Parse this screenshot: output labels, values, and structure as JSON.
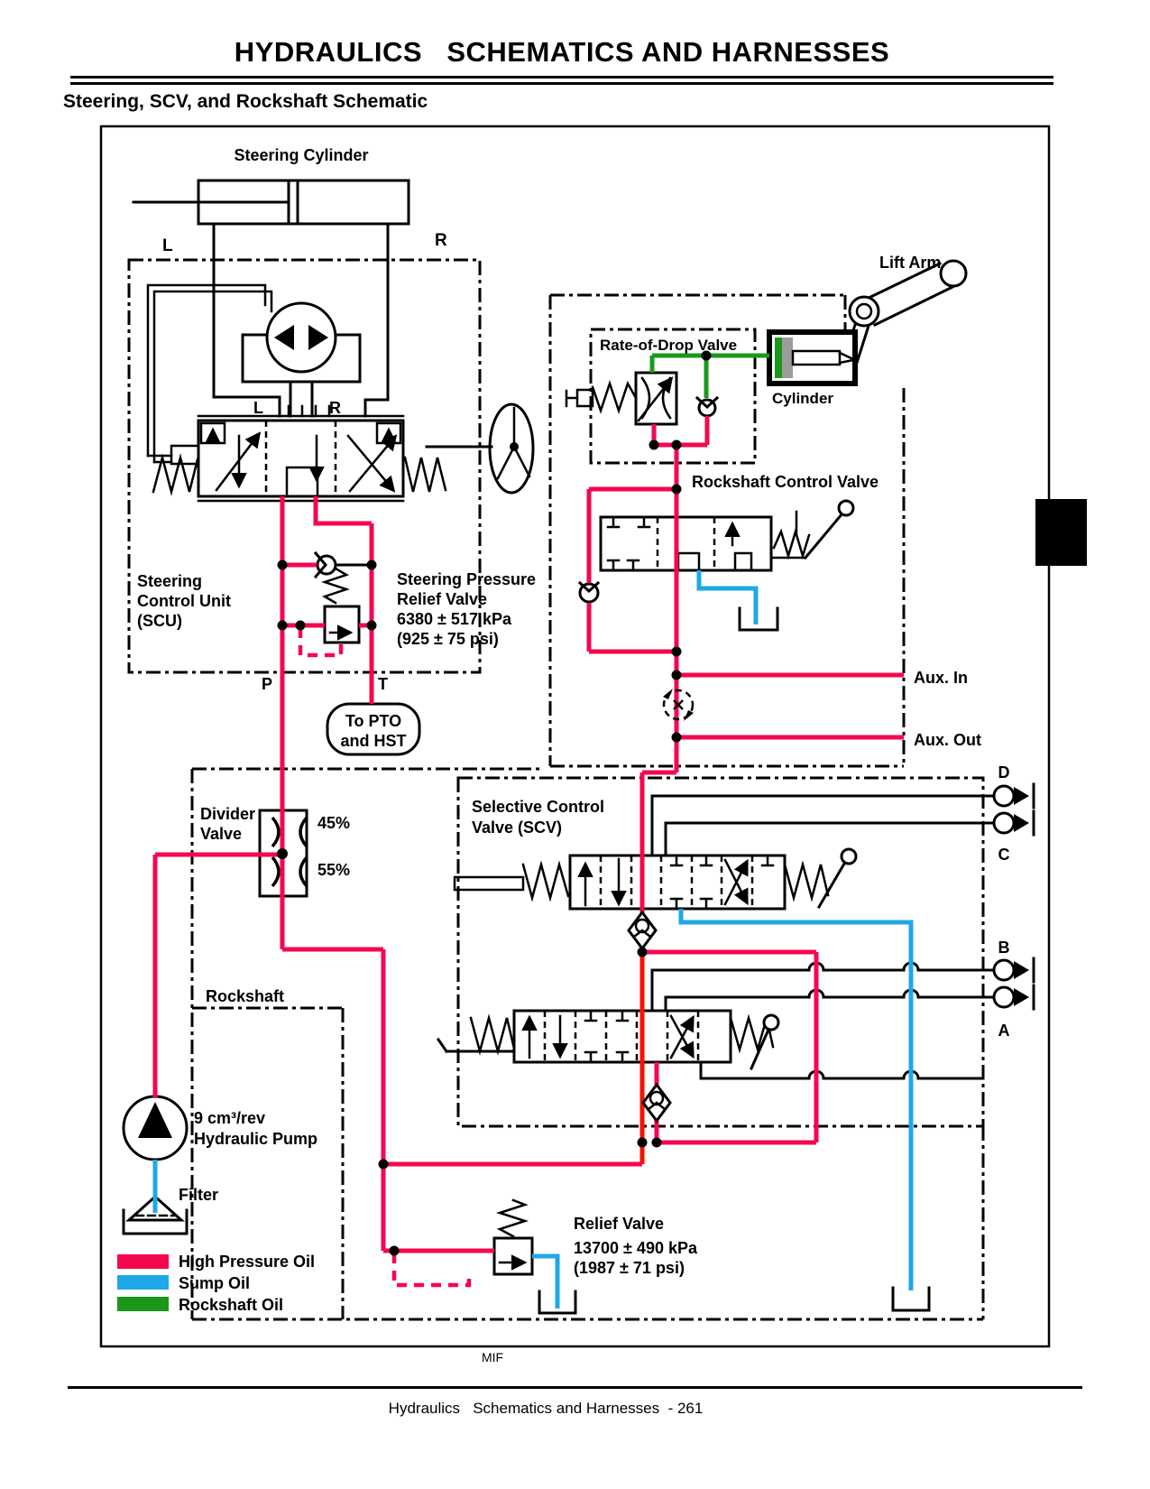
{
  "page": {
    "title": "HYDRAULICS   SCHEMATICS AND HARNESSES",
    "subtitle": "Steering, SCV, and Rockshaft Schematic"
  },
  "footer": {
    "mif": "MIF",
    "text": "Hydraulics   Schematics and Harnesses  - 261"
  },
  "colors": {
    "high_pressure": "#f5074f",
    "sump": "#1fa8e8",
    "rockshaft": "#1b981b",
    "supply_red": "#f61300"
  },
  "labels": {
    "steering_cylinder": "Steering Cylinder",
    "port_l_outer": "L",
    "port_r_outer": "R",
    "port_l_inner": "L",
    "port_r_inner": "R",
    "scu": [
      "Steering",
      "Control Unit",
      "(SCU)"
    ],
    "steering_relief": [
      "Steering Pressure",
      "Relief Valve",
      "6380 ± 517 kPa",
      "(925 ± 75 psi)"
    ],
    "port_p": "P",
    "port_t": "T",
    "pto": [
      "To PTO",
      "and HST"
    ],
    "rate_of_drop": "Rate-of-Drop Valve",
    "lift_arm": "Lift Arm",
    "cylinder": "Cylinder",
    "rockshaft_control_valve": "Rockshaft Control Valve",
    "aux_in": "Aux. In",
    "aux_out": "Aux. Out",
    "divider": [
      "Divider",
      "Valve"
    ],
    "divider_top_pct": "45%",
    "divider_bottom_pct": "55%",
    "scv": [
      "Selective Control",
      "Valve (SCV)"
    ],
    "rockshaft": "Rockshaft",
    "port_d": "D",
    "port_c": "C",
    "port_b": "B",
    "port_a": "A",
    "pump": [
      "9 cm³/rev",
      "Hydraulic Pump"
    ],
    "filter": "Filter",
    "relief": [
      "Relief Valve",
      "13700 ± 490 kPa",
      "(1987 ± 71 psi)"
    ]
  },
  "legend": {
    "items": [
      {
        "label": "High Pressure Oil",
        "color": "#f5074f"
      },
      {
        "label": "Sump Oil",
        "color": "#1fa8e8"
      },
      {
        "label": "Rockshaft Oil",
        "color": "#1b981b"
      }
    ]
  }
}
